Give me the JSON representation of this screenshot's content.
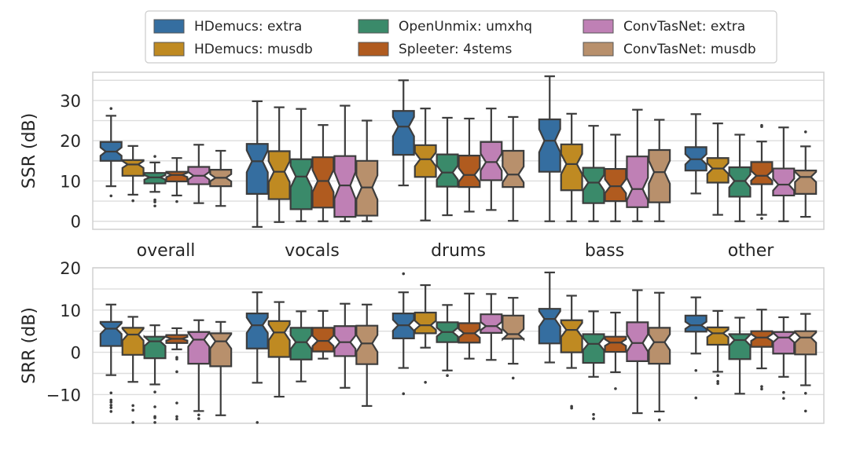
{
  "chart_data": [
    {
      "type": "box",
      "panel": "top",
      "ylabel": "SSR (dB)",
      "ylim": [
        -2,
        37
      ],
      "yticks": [
        "0",
        "10",
        "20",
        "30"
      ],
      "ytick_values": [
        0,
        10,
        20,
        30
      ],
      "grid_step": 5,
      "categories": [
        "overall",
        "vocals",
        "drums",
        "bass",
        "other"
      ],
      "series": [
        {
          "name": "HDemucs: extra",
          "color": "#356ea0",
          "boxes": [
            {
              "wl": 8.7,
              "q1": 15,
              "med": 17.3,
              "q3": 19.7,
              "wh": 26.2,
              "fliers": [
                28,
                6.3
              ]
            },
            {
              "wl": -1.4,
              "q1": 6.8,
              "med": 14.9,
              "q3": 19.2,
              "wh": 29.8,
              "fliers": []
            },
            {
              "wl": 8.9,
              "q1": 16.5,
              "med": 23.5,
              "q3": 27.4,
              "wh": 35,
              "fliers": []
            },
            {
              "wl": 0,
              "q1": 12.3,
              "med": 20,
              "q3": 25.3,
              "wh": 36,
              "fliers": []
            },
            {
              "wl": 6.9,
              "q1": 12.6,
              "med": 15.4,
              "q3": 18.4,
              "wh": 26.6,
              "fliers": []
            }
          ]
        },
        {
          "name": "HDemucs: musdb",
          "color": "#bf8a22",
          "boxes": [
            {
              "wl": 6.6,
              "q1": 11.3,
              "med": 14.1,
              "q3": 15.2,
              "wh": 18.7,
              "fliers": [
                5.1
              ]
            },
            {
              "wl": -0.2,
              "q1": 5.5,
              "med": 12.3,
              "q3": 17.4,
              "wh": 28.3,
              "fliers": []
            },
            {
              "wl": 0.2,
              "q1": 11,
              "med": 15.4,
              "q3": 18.9,
              "wh": 28,
              "fliers": []
            },
            {
              "wl": 0,
              "q1": 7.7,
              "med": 14.2,
              "q3": 19.1,
              "wh": 26.7,
              "fliers": []
            },
            {
              "wl": 1.6,
              "q1": 9.6,
              "med": 13.1,
              "q3": 15.7,
              "wh": 24.3,
              "fliers": []
            }
          ]
        },
        {
          "name": "OpenUnmix: umxhq",
          "color": "#3a8a6a",
          "boxes": [
            {
              "wl": 7.3,
              "q1": 9.4,
              "med": 10.9,
              "q3": 12,
              "wh": 14.6,
              "fliers": [
                16.1,
                5.3,
                4.8,
                3.8
              ]
            },
            {
              "wl": 0,
              "q1": 3,
              "med": 11.1,
              "q3": 15.4,
              "wh": 27.9,
              "fliers": []
            },
            {
              "wl": 1.5,
              "q1": 8.6,
              "med": 12.1,
              "q3": 16.6,
              "wh": 25.7,
              "fliers": []
            },
            {
              "wl": 0,
              "q1": 4.5,
              "med": 9.6,
              "q3": 13.3,
              "wh": 23.7,
              "fliers": []
            },
            {
              "wl": 0,
              "q1": 6.1,
              "med": 10,
              "q3": 13.4,
              "wh": 21.5,
              "fliers": []
            }
          ]
        },
        {
          "name": "Spleeter: 4stems",
          "color": "#b05b1f",
          "boxes": [
            {
              "wl": 6.4,
              "q1": 9.9,
              "med": 11.5,
              "q3": 12.3,
              "wh": 15.7,
              "fliers": [
                4.9
              ]
            },
            {
              "wl": 0,
              "q1": 3.4,
              "med": 10,
              "q3": 15.9,
              "wh": 23.9,
              "fliers": []
            },
            {
              "wl": 2.4,
              "q1": 8.5,
              "med": 11.5,
              "q3": 16.3,
              "wh": 25.5,
              "fliers": []
            },
            {
              "wl": 0,
              "q1": 5,
              "med": 8.7,
              "q3": 13,
              "wh": 21.5,
              "fliers": []
            },
            {
              "wl": 1.6,
              "q1": 9.2,
              "med": 11.3,
              "q3": 14.7,
              "wh": 19.8,
              "fliers": [
                23.8,
                23.5,
                0.7
              ]
            }
          ]
        },
        {
          "name": "ConvTasNet: extra",
          "color": "#bf80b5",
          "boxes": [
            {
              "wl": 4.5,
              "q1": 9.2,
              "med": 11.3,
              "q3": 13.5,
              "wh": 19,
              "fliers": []
            },
            {
              "wl": 0,
              "q1": 1.1,
              "med": 8.9,
              "q3": 16.2,
              "wh": 28.7,
              "fliers": []
            },
            {
              "wl": 2.8,
              "q1": 10.2,
              "med": 14.7,
              "q3": 19.7,
              "wh": 28,
              "fliers": []
            },
            {
              "wl": 0,
              "q1": 3.5,
              "med": 8,
              "q3": 16.1,
              "wh": 27.7,
              "fliers": []
            },
            {
              "wl": 0,
              "q1": 6.4,
              "med": 9.1,
              "q3": 13.1,
              "wh": 23.3,
              "fliers": []
            }
          ]
        },
        {
          "name": "ConvTasNet: musdb",
          "color": "#b8906c",
          "boxes": [
            {
              "wl": 3.8,
              "q1": 8.7,
              "med": 10.8,
              "q3": 12.8,
              "wh": 17.5,
              "fliers": []
            },
            {
              "wl": 0,
              "q1": 1.4,
              "med": 8.4,
              "q3": 15,
              "wh": 25,
              "fliers": []
            },
            {
              "wl": 0.1,
              "q1": 8.5,
              "med": 11.6,
              "q3": 17.5,
              "wh": 25.9,
              "fliers": []
            },
            {
              "wl": 0,
              "q1": 4.7,
              "med": 12.2,
              "q3": 17.7,
              "wh": 25.2,
              "fliers": []
            },
            {
              "wl": 1.1,
              "q1": 6.8,
              "med": 11,
              "q3": 12.6,
              "wh": 18.6,
              "fliers": [
                22.2
              ]
            }
          ]
        }
      ]
    },
    {
      "type": "box",
      "panel": "bottom",
      "ylabel": "SRR (dB)",
      "ylim": [
        -16.8,
        20
      ],
      "yticks": [
        "20",
        "10",
        "0",
        "−10"
      ],
      "ytick_values": [
        20,
        10,
        0,
        -10
      ],
      "grid_step": 5,
      "categories": [
        "overall",
        "vocals",
        "drums",
        "bass",
        "other"
      ],
      "series": [
        {
          "name": "HDemucs: extra",
          "boxes": [
            {
              "wl": -5.4,
              "q1": 1.5,
              "med": 5.6,
              "q3": 7.2,
              "wh": 11.3,
              "fliers": [
                -9.6,
                -11.3,
                -11.8,
                -12.5,
                -13.1,
                -14
              ]
            },
            {
              "wl": -7.2,
              "q1": 0.9,
              "med": 6.4,
              "q3": 9.2,
              "wh": 14.2,
              "fliers": [
                -16.6
              ]
            },
            {
              "wl": -3.7,
              "q1": 3.3,
              "med": 6.4,
              "q3": 9.2,
              "wh": 14.2,
              "fliers": [
                18.6,
                -9.8
              ]
            },
            {
              "wl": -2.4,
              "q1": 2.1,
              "med": 7.9,
              "q3": 10.3,
              "wh": 18.9,
              "fliers": []
            },
            {
              "wl": -0.3,
              "q1": 4.9,
              "med": 6.4,
              "q3": 8.7,
              "wh": 13,
              "fliers": [
                -4.3,
                -10.8
              ]
            }
          ]
        },
        {
          "name": "HDemucs: musdb",
          "boxes": [
            {
              "wl": -7,
              "q1": -0.6,
              "med": 4.2,
              "q3": 5.8,
              "wh": 8.4,
              "fliers": [
                -12.6,
                -13.7,
                -16.6
              ]
            },
            {
              "wl": -10.5,
              "q1": -1.1,
              "med": 4.7,
              "q3": 7.4,
              "wh": 11.9,
              "fliers": []
            },
            {
              "wl": 1.1,
              "q1": 4.5,
              "med": 6.4,
              "q3": 9.4,
              "wh": 15.9,
              "fliers": [
                -7.1
              ]
            },
            {
              "wl": -3.7,
              "q1": 0,
              "med": 5.3,
              "q3": 7.6,
              "wh": 13.4,
              "fliers": [
                -12.8,
                -13.2
              ]
            },
            {
              "wl": -4.6,
              "q1": 1.8,
              "med": 4.5,
              "q3": 5.9,
              "wh": 9.8,
              "fliers": [
                -5.5,
                -6.9,
                -7.4
              ]
            }
          ]
        },
        {
          "name": "OpenUnmix: umxhq",
          "boxes": [
            {
              "wl": -7.6,
              "q1": -1.4,
              "med": 2.6,
              "q3": 3.7,
              "wh": 6.4,
              "fliers": [
                -9.4,
                -12.9,
                -15.2,
                -15.5,
                -16.6
              ]
            },
            {
              "wl": -6.9,
              "q1": -1.7,
              "med": 2.4,
              "q3": 5.8,
              "wh": 9.7,
              "fliers": []
            },
            {
              "wl": -4.3,
              "q1": 2.4,
              "med": 4.8,
              "q3": 7.1,
              "wh": 11.2,
              "fliers": [
                -5.5
              ]
            },
            {
              "wl": -5.8,
              "q1": -2.5,
              "med": 2,
              "q3": 4.3,
              "wh": 9.7,
              "fliers": [
                -14.7,
                -15.7
              ]
            },
            {
              "wl": -9.8,
              "q1": -1.6,
              "med": 2.9,
              "q3": 4.3,
              "wh": 8.2,
              "fliers": []
            }
          ]
        },
        {
          "name": "Spleeter: 4stems",
          "boxes": [
            {
              "wl": 0.7,
              "q1": 2.2,
              "med": 3.2,
              "q3": 4.1,
              "wh": 5.7,
              "fliers": [
                -1.2,
                -1.6,
                -4.6,
                -12,
                -15.2,
                -15.8
              ]
            },
            {
              "wl": -1.5,
              "q1": 0.2,
              "med": 2.7,
              "q3": 5.8,
              "wh": 9.8,
              "fliers": []
            },
            {
              "wl": -1.5,
              "q1": 2.3,
              "med": 4.5,
              "q3": 6.9,
              "wh": 13.9,
              "fliers": []
            },
            {
              "wl": -4.7,
              "q1": 0.1,
              "med": 2.3,
              "q3": 3.7,
              "wh": 9.4,
              "fliers": [
                -8.6
              ]
            },
            {
              "wl": -3.8,
              "q1": 1.3,
              "med": 3.5,
              "q3": 5,
              "wh": 10.1,
              "fliers": [
                -8.1,
                -8.7
              ]
            }
          ]
        },
        {
          "name": "ConvTasNet: extra",
          "boxes": [
            {
              "wl": -13.9,
              "q1": -2.7,
              "med": 3,
              "q3": 4.8,
              "wh": 7.6,
              "fliers": [
                -14.8,
                -15.7
              ]
            },
            {
              "wl": -8.4,
              "q1": -0.9,
              "med": 2.4,
              "q3": 6.2,
              "wh": 11.5,
              "fliers": []
            },
            {
              "wl": -1.8,
              "q1": 4.6,
              "med": 6.2,
              "q3": 9,
              "wh": 13.8,
              "fliers": []
            },
            {
              "wl": -14.4,
              "q1": -2.1,
              "med": 2.2,
              "q3": 7.1,
              "wh": 14.7,
              "fliers": []
            },
            {
              "wl": -5.8,
              "q1": -0.3,
              "med": 3.5,
              "q3": 4.8,
              "wh": 8.3,
              "fliers": [
                -9.5,
                -10.9
              ]
            }
          ]
        },
        {
          "name": "ConvTasNet: musdb",
          "boxes": [
            {
              "wl": -14.9,
              "q1": -3.3,
              "med": 2.6,
              "q3": 4.5,
              "wh": 7.2,
              "fliers": []
            },
            {
              "wl": -12.7,
              "q1": -2.8,
              "med": 2.1,
              "q3": 6.3,
              "wh": 11.3,
              "fliers": []
            },
            {
              "wl": -2.7,
              "q1": 3.2,
              "med": 4.3,
              "q3": 8.7,
              "wh": 12.9,
              "fliers": [
                -6.1
              ]
            },
            {
              "wl": -14,
              "q1": -2.7,
              "med": 2.4,
              "q3": 5.8,
              "wh": 14.1,
              "fliers": [
                -16
              ]
            },
            {
              "wl": -7.8,
              "q1": -0.5,
              "med": 3.5,
              "q3": 5,
              "wh": 9.1,
              "fliers": [
                -9.7,
                -13.9
              ]
            }
          ]
        }
      ]
    }
  ],
  "legend": {
    "placement": "top-center",
    "items": [
      "HDemucs: extra",
      "HDemucs: musdb",
      "OpenUnmix: umxhq",
      "Spleeter: 4stems",
      "ConvTasNet: extra",
      "ConvTasNet: musdb"
    ]
  }
}
